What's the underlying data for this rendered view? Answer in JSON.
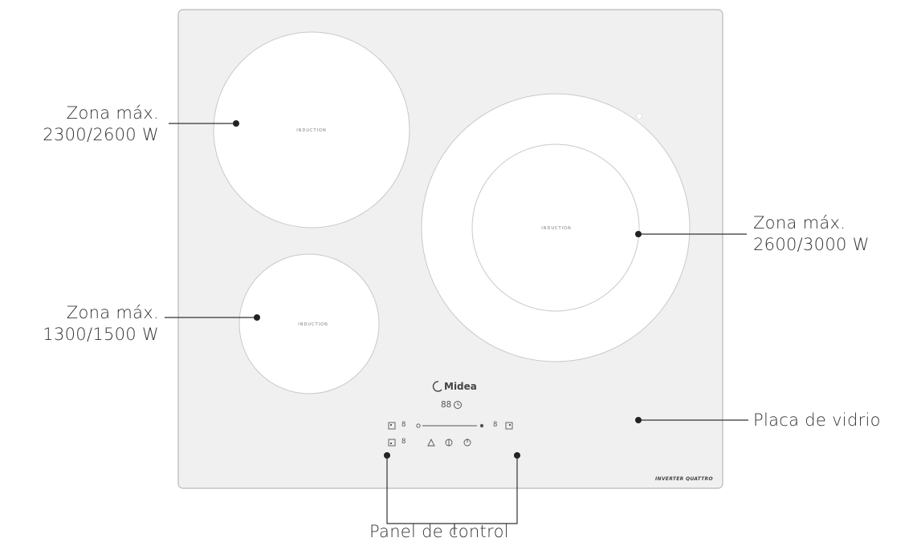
{
  "callouts": {
    "zone_top_left": [
      "Zona máx.",
      "2300/2600 W"
    ],
    "zone_bottom_left": [
      "Zona máx.",
      "1300/1500 W"
    ],
    "zone_right": [
      "Zona máx.",
      "2600/3000 W"
    ],
    "glass": "Placa de vidrio",
    "control": "Panel de control"
  },
  "zone_label": "INDUCTION",
  "brand": "Midea",
  "timer_display": "88",
  "zone_digit": "8",
  "model_text": "INVERTER QUATTRO",
  "colors": {
    "cooktop": "#f0f0f0",
    "border": "#bdbdbd",
    "zone": "#ffffff",
    "line": "#333333",
    "text": "#333333"
  }
}
